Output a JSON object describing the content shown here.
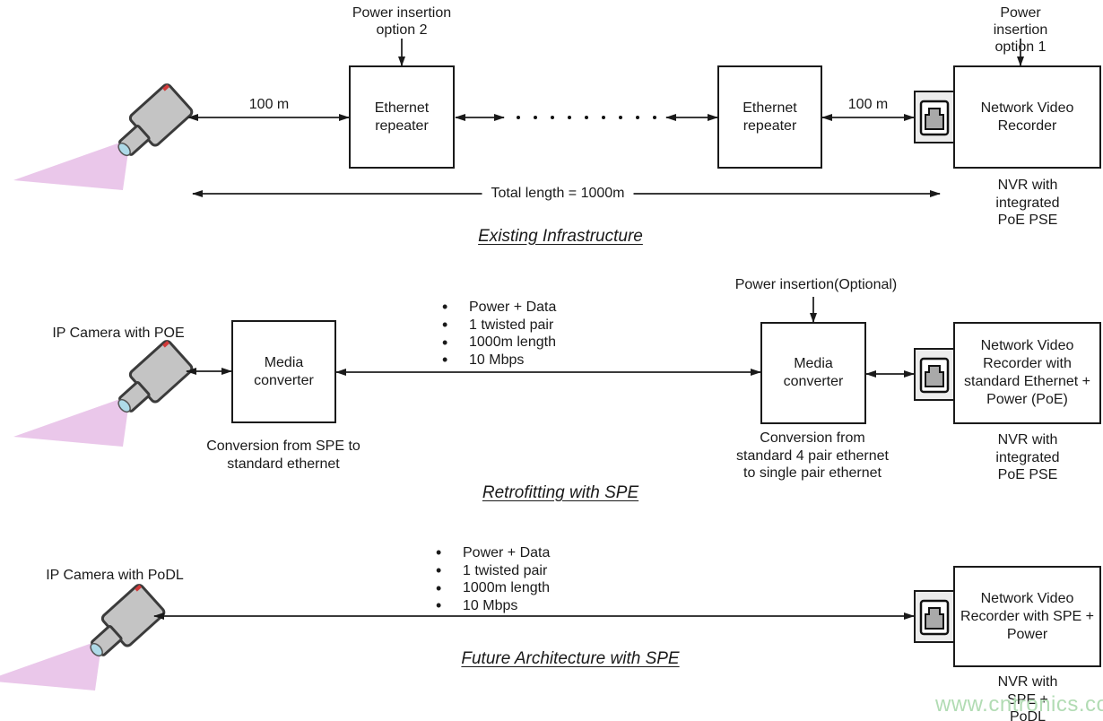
{
  "existing": {
    "title": "Existing Infrastructure",
    "power_option_2": "Power insertion\noption 2",
    "power_option_1": "Power insertion\noption 1",
    "repeater1": "Ethernet\nrepeater",
    "repeater2": "Ethernet\nrepeater",
    "nvr": "Network Video\nRecorder",
    "nvr_caption": "NVR with integrated\nPoE PSE",
    "distance1": "100 m",
    "distance2": "100 m",
    "total_length": "Total length = 1000m"
  },
  "retrofit": {
    "title": "Retrofitting with SPE",
    "camera_label": "IP Camera with POE",
    "converter1": "Media\nconverter",
    "converter1_caption": "Conversion from SPE to\nstandard ethernet",
    "converter2": "Media\nconverter",
    "converter2_caption": "Conversion from\nstandard 4 pair ethernet\nto single pair ethernet",
    "power_optional": "Power insertion(Optional)",
    "nvr": "Network Video\nRecorder with\nstandard Ethernet +\nPower (PoE)",
    "nvr_caption": "NVR with integrated\nPoE PSE",
    "bullets": [
      "Power + Data",
      "1 twisted pair",
      "1000m length",
      "10 Mbps"
    ]
  },
  "future": {
    "title": "Future Architecture with SPE",
    "camera_label": "IP Camera with PoDL",
    "nvr": "Network Video\nRecorder with SPE +\nPower",
    "nvr_caption": "NVR with SPE +\nPoDL",
    "bullets": [
      "Power + Data",
      "1 twisted pair",
      "1000m length",
      "10 Mbps"
    ]
  },
  "watermark": "www.cntronics.com",
  "colors": {
    "camera_body": "#c4c4c4",
    "camera_cone": "#eac7ea",
    "connector_fill": "#ececec",
    "plug_fill": "#a9a9a9",
    "line": "#3a3a3a",
    "watermark": "#b2dcb4"
  }
}
